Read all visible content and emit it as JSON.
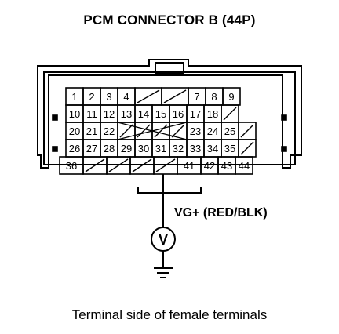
{
  "title": "PCM CONNECTOR B (44P)",
  "caption": "Terminal side of female terminals",
  "probe_label": "VG+ (RED/BLK)",
  "meter_symbol": "V",
  "rows": [
    [
      "1",
      "2",
      "3",
      "4",
      "",
      "",
      "7",
      "8",
      "9"
    ],
    [
      "10",
      "11",
      "12",
      "13",
      "14",
      "15",
      "16",
      "17",
      "18",
      ""
    ],
    [
      "20",
      "21",
      "22",
      "",
      "",
      "",
      "",
      "23",
      "24",
      "25",
      ""
    ],
    [
      "26",
      "27",
      "28",
      "29",
      "30",
      "31",
      "32",
      "33",
      "34",
      "35",
      ""
    ],
    [
      "36",
      "",
      "",
      "",
      "",
      "41",
      "42",
      "43",
      "44"
    ]
  ],
  "highlighted_terminal": "41"
}
